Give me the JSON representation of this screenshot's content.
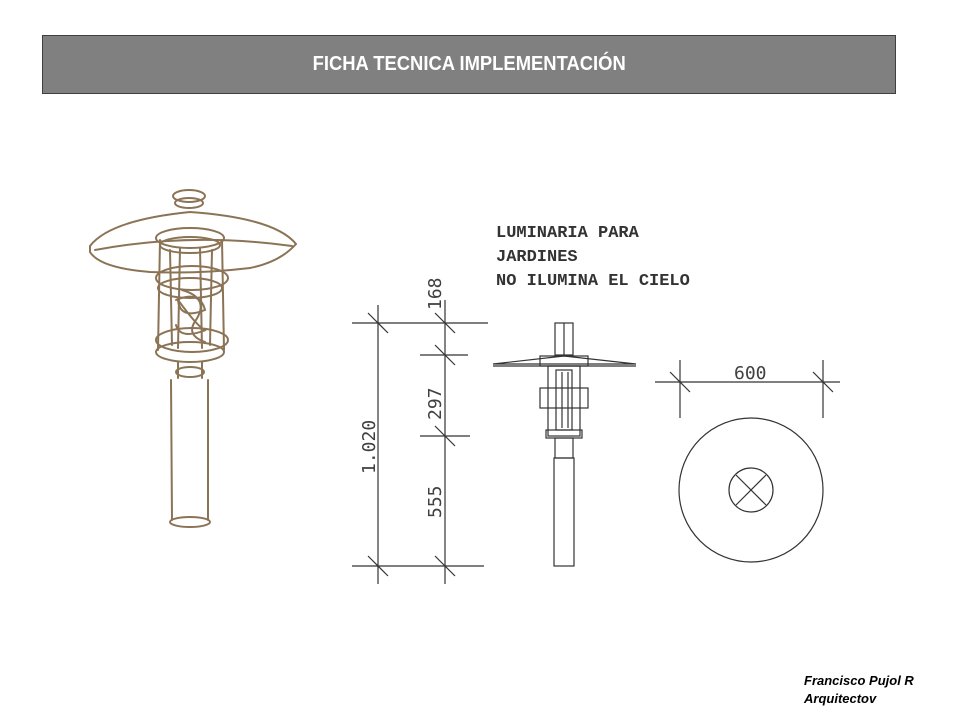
{
  "header": {
    "title": "FICHA TECNICA IMPLEMENTACIÓN"
  },
  "note": {
    "lines": [
      "LUMINARIA PARA",
      "JARDINES",
      "NO ILUMINA EL CIELO"
    ]
  },
  "dimensions": {
    "total_height": "1.020",
    "top_segment": "168",
    "middle_segment": "297",
    "bottom_segment": "555",
    "diameter": "600"
  },
  "author": {
    "name": "Francisco Pujol R",
    "role": "Arquitectov"
  },
  "colors": {
    "title_bar": "#808080",
    "sketch": "#8b7355",
    "cad_line": "#333333"
  }
}
